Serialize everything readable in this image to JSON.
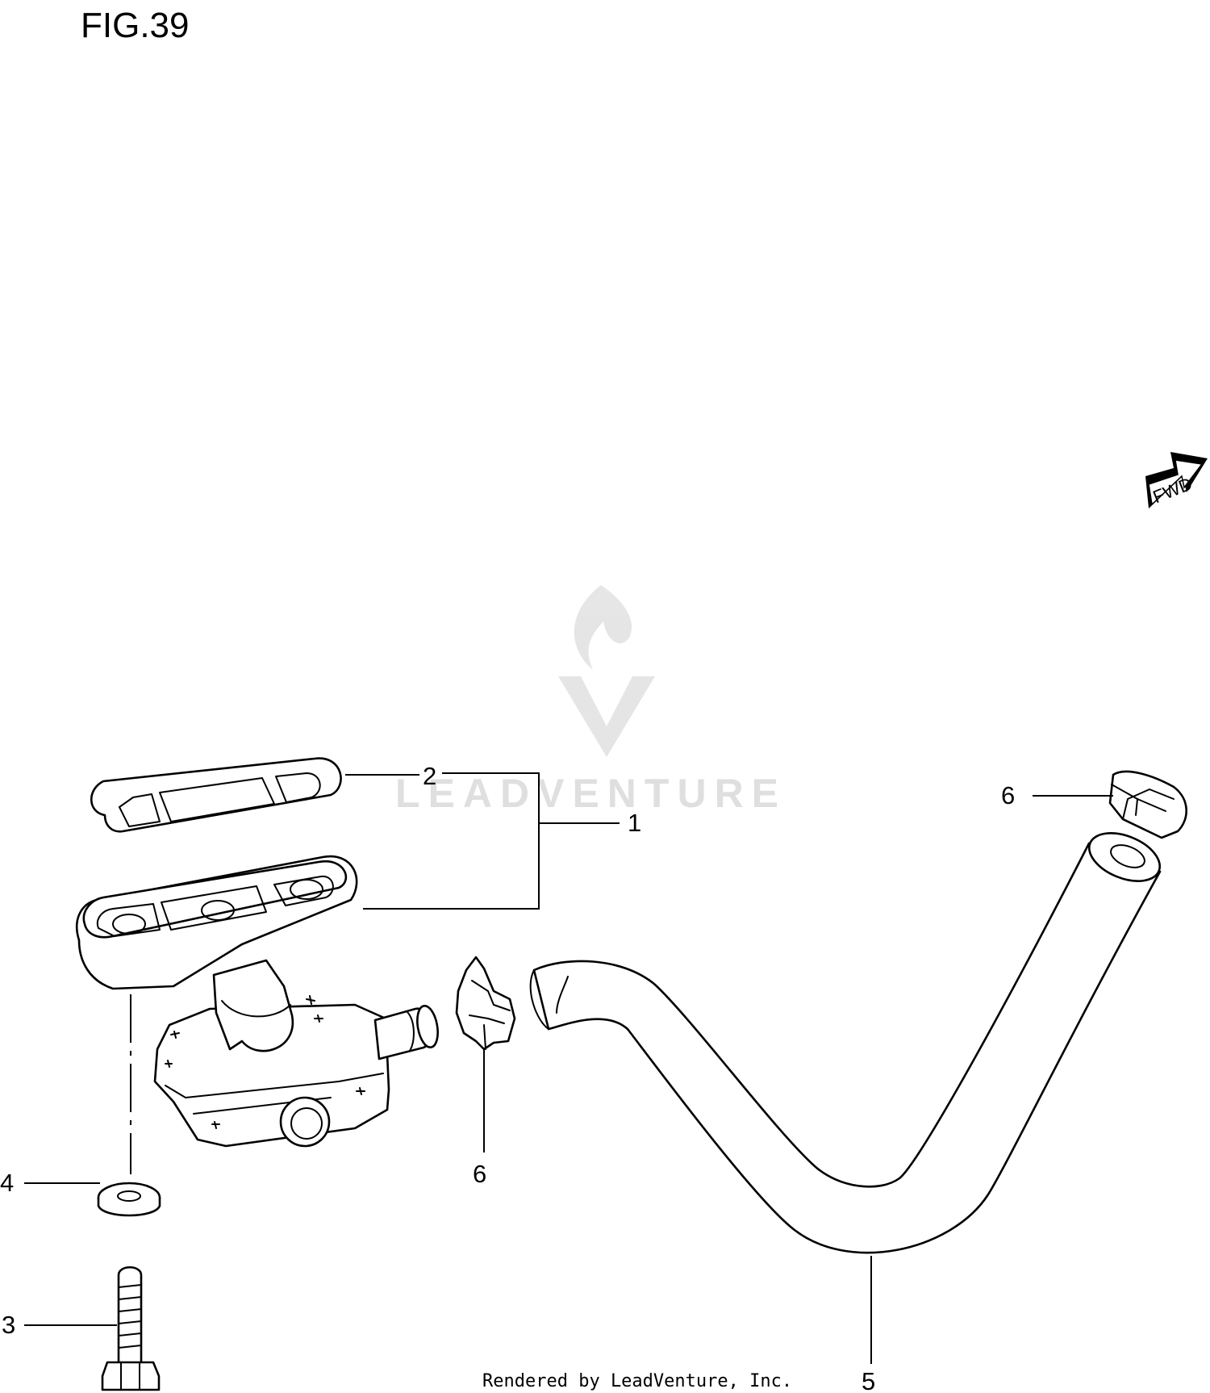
{
  "figure": {
    "title": "FIG.39"
  },
  "direction_badge": {
    "label": "FWD"
  },
  "watermark": {
    "text": "LEADVENTURE",
    "color": "#d4d4d4"
  },
  "callouts": [
    {
      "id": "1",
      "label": "1"
    },
    {
      "id": "2",
      "label": "2"
    },
    {
      "id": "3",
      "label": "3"
    },
    {
      "id": "4",
      "label": "4"
    },
    {
      "id": "5",
      "label": "5"
    },
    {
      "id": "6a",
      "label": "6"
    },
    {
      "id": "6b",
      "label": "6"
    }
  ],
  "footer": {
    "credit": "Rendered by LeadVenture, Inc."
  }
}
